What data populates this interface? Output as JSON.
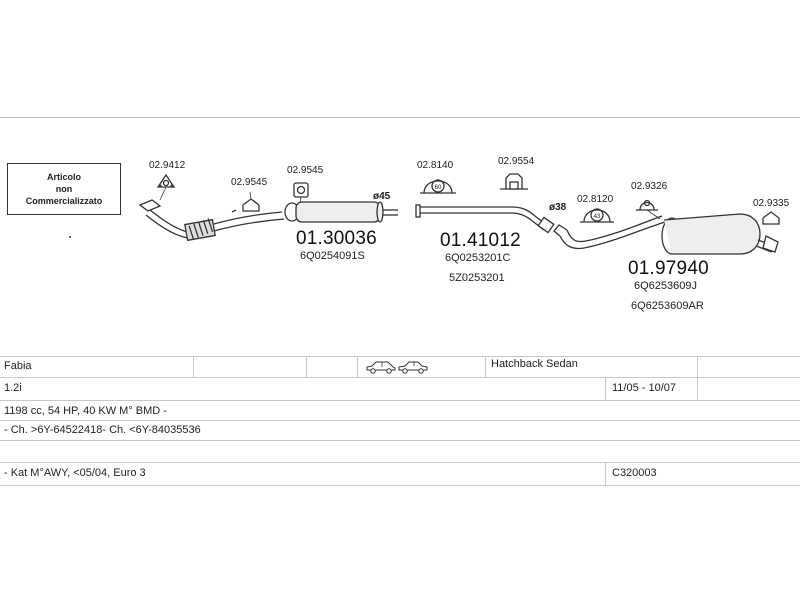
{
  "note": {
    "line1": "Articolo",
    "line2": "non",
    "line3": "Commercializzato"
  },
  "parts": {
    "p1_code": "02.9412",
    "p2_code": "02.9545",
    "p3_code": "02.9545",
    "p4_code": "02.8140",
    "p5_code": "02.9554",
    "p6_code": "02.8120",
    "p7_code": "02.9326",
    "p8_code": "02.9335",
    "p4_ring_label": "60",
    "p6_ring_label": "43"
  },
  "sections": {
    "s1": {
      "code": "01.30036",
      "oem1": "6Q0254091S"
    },
    "s2": {
      "code": "01.41012",
      "oem1": "6Q0253201C",
      "oem2": "5Z0253201"
    },
    "s3": {
      "code": "01.97940",
      "oem1": "6Q6253609J",
      "oem2": "6Q6253609AR"
    }
  },
  "diameters": {
    "d1": "ø45",
    "d2": "ø38"
  },
  "vehicle": {
    "model": "Fabia",
    "body": "Hatchback Sedan",
    "engine": "1.2i",
    "years": "11/05 - 10/07",
    "specs": "1198 cc, 54 HP, 40 KW M° BMD -",
    "chassis": "- Ch. >6Y-64522418- Ch. <6Y-84035536",
    "kat": "- Kat M°AWY, <05/04, Euro 3",
    "ref": "C320003"
  },
  "colors": {
    "line": "#333333",
    "grid": "#c8c8c8",
    "pipe_fill": "#e6e6e6"
  },
  "icons": [
    "hatchback-car-icon",
    "sedan-car-icon"
  ]
}
